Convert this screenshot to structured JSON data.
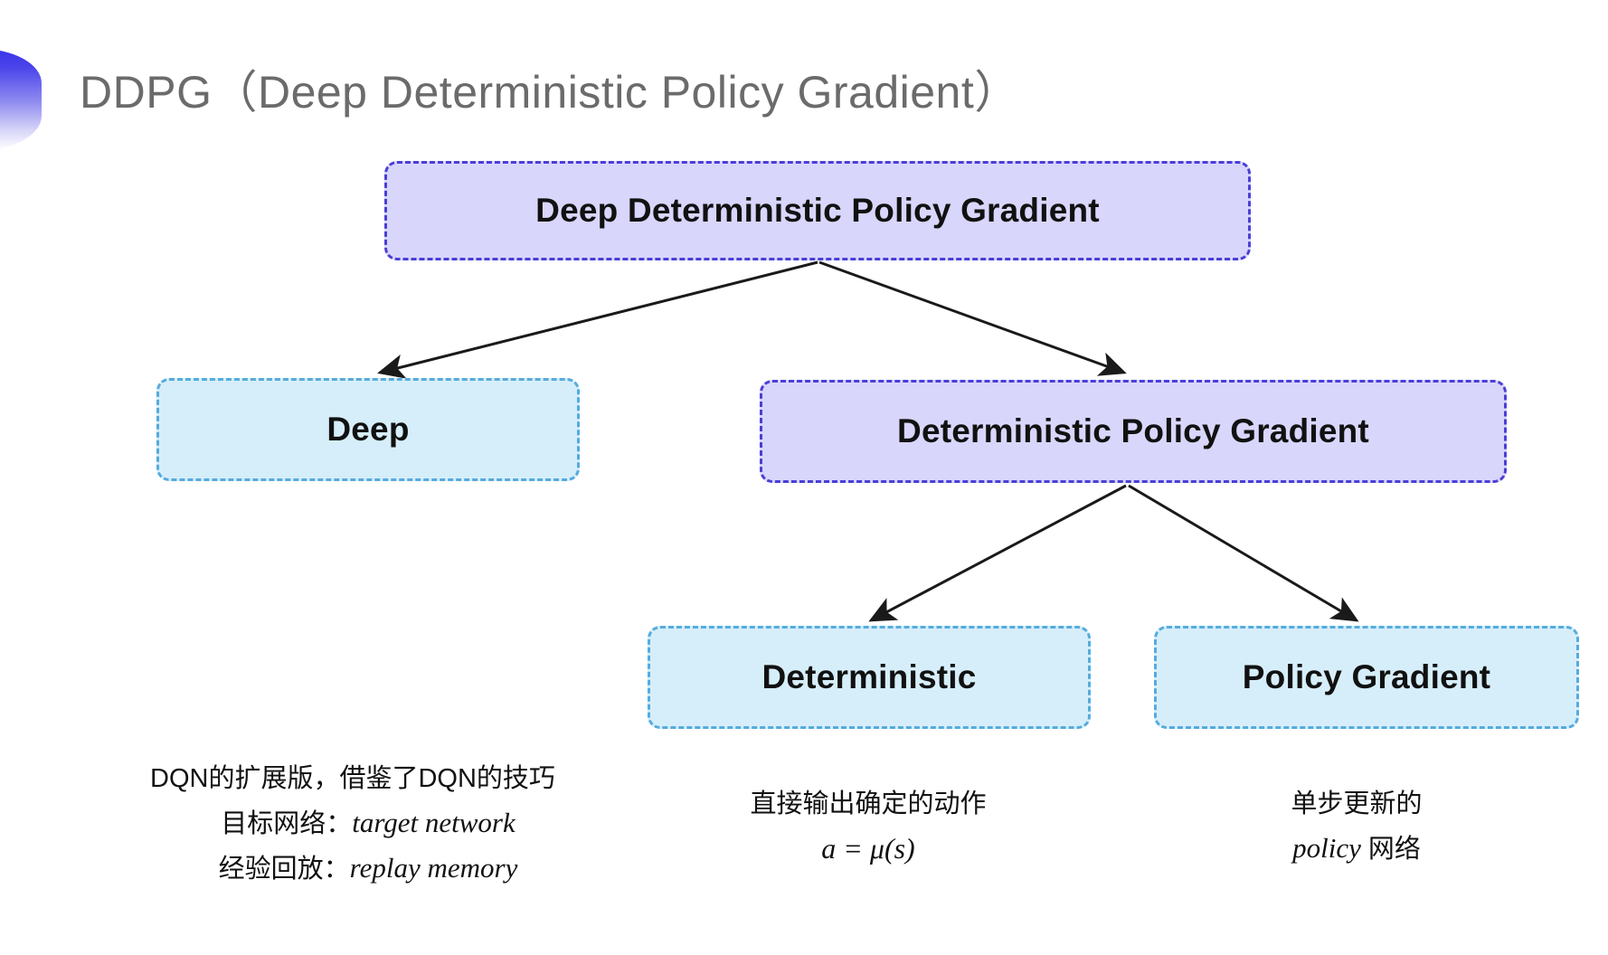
{
  "slide": {
    "title": "DDPG（Deep Deterministic Policy Gradient）",
    "background_color": "#ffffff",
    "accent": {
      "name": "half-circle-gradient-accent",
      "color_start": "#3b34e8",
      "color_end": "#ffffff"
    }
  },
  "colors": {
    "purple_fill": "#d8d6fb",
    "purple_border": "#4b3fd6",
    "blue_fill": "#d6eefa",
    "blue_border": "#55abde",
    "arrow": "#1a1a1a",
    "title_text": "#6b6b6b",
    "body_text": "#111111"
  },
  "diagram": {
    "type": "tree",
    "nodes": [
      {
        "id": "root",
        "label": "Deep Deterministic Policy Gradient",
        "style": "purple",
        "level": 0
      },
      {
        "id": "deep",
        "label": "Deep",
        "style": "blue",
        "level": 1
      },
      {
        "id": "dpg",
        "label": "Deterministic Policy Gradient",
        "style": "purple",
        "level": 1
      },
      {
        "id": "deterministic",
        "label": "Deterministic",
        "style": "blue",
        "level": 2
      },
      {
        "id": "policy_gradient",
        "label": "Policy Gradient",
        "style": "blue",
        "level": 2
      }
    ],
    "edges": [
      {
        "from": "root",
        "to": "deep"
      },
      {
        "from": "root",
        "to": "dpg"
      },
      {
        "from": "dpg",
        "to": "deterministic"
      },
      {
        "from": "dpg",
        "to": "policy_gradient"
      }
    ]
  },
  "captions": {
    "deep": {
      "line1": "DQN的扩展版，借鉴了DQN的技巧",
      "line2_label": "目标网络：",
      "line2_term": "target network",
      "line3_label": "经验回放：",
      "line3_term": "replay memory"
    },
    "deterministic": {
      "line1": "直接输出确定的动作",
      "formula": "a = μ(s)"
    },
    "policy_gradient": {
      "line1": "单步更新的",
      "line2_term": "policy",
      "line2_suffix": " 网络"
    }
  }
}
